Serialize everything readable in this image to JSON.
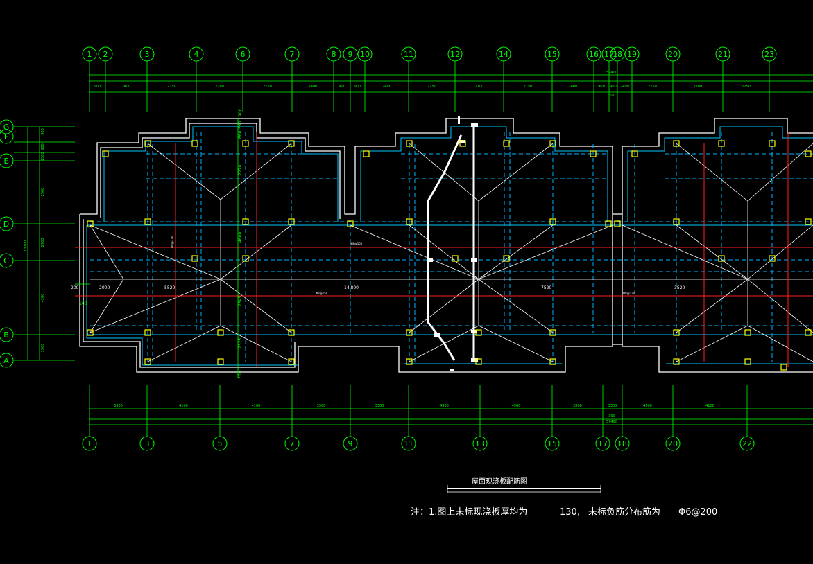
{
  "top_axes": [
    "1",
    "2",
    "3",
    "4",
    "6",
    "7",
    "8",
    "9",
    "10",
    "11",
    "12",
    "14",
    "15",
    "16",
    "17",
    "18",
    "19",
    "20",
    "21",
    "23"
  ],
  "top_dims_row2": [
    "900",
    "2400",
    "2750",
    "2700",
    "2750",
    "2400",
    "900",
    "900",
    "2400",
    "2150",
    "2700",
    "2750",
    "2400",
    "900",
    "900",
    "2400",
    "2750",
    "2700",
    "2750"
  ],
  "top_total": "59400",
  "top_split": "300",
  "bottom_axes": [
    "1",
    "3",
    "5",
    "7",
    "9",
    "11",
    "13",
    "15",
    "17",
    "18",
    "20",
    "22"
  ],
  "bottom_dims": [
    "3300",
    "4100",
    "4100",
    "3300",
    "3300",
    "4900",
    "4900",
    "2800",
    "3300",
    "4100",
    "4100"
  ],
  "bottom_total": "59400",
  "bottom_split": "300",
  "left_axes": [
    "G",
    "F",
    "E",
    "D",
    "C",
    "B",
    "A"
  ],
  "left_dims": [
    "900",
    "600",
    "1500",
    "2500",
    "2700",
    "4200",
    "1500"
  ],
  "left_total": "13700",
  "inner_dims": [
    "660",
    "590",
    "900",
    "2270",
    "4600",
    "2645",
    "2325",
    "200",
    "100"
  ],
  "plan_labels": {
    "slab_1": "5520",
    "slab_2": "14.800",
    "slab_3": "7520",
    "slab_4": "3520",
    "dim_2000": "2000",
    "dim_200": "200",
    "rebar_1": "Φ8@150",
    "rebar_2": "Φ8@150",
    "rebar_3": "Φ8@120",
    "rebar_4": "Φ8@170"
  },
  "title": "屋面现浇板配筋图",
  "note": {
    "part1": "注：1.图上未标现浇板厚均为",
    "part2": "130,",
    "part3": "未标负筋分布筋为",
    "part4": "Φ6@200"
  },
  "colors": {
    "background": "#000000",
    "axis": "#00ff00",
    "outline": "#ffffff",
    "beam": "#00c8ff",
    "dashed": "#00b4ff",
    "rebar": "#ff2020",
    "column": "#ffff00"
  }
}
